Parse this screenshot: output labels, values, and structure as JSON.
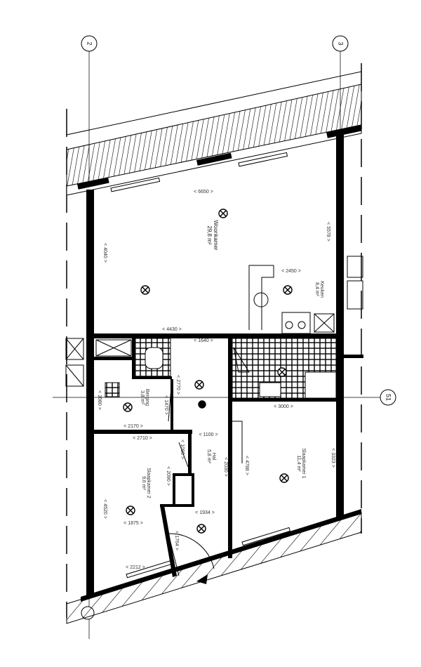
{
  "grid_axes": {
    "axis_2": "2",
    "axis_3": "3",
    "axis_51": "51"
  },
  "rooms": [
    {
      "name": "Woonkamer",
      "area": "29,8 m²"
    },
    {
      "name": "Keuken",
      "area": "8,4 m²"
    },
    {
      "name": "Berging",
      "area": "3,8 m²"
    },
    {
      "name": "Hal",
      "area": "5,8 m²"
    },
    {
      "name": "Slaapkamer 1",
      "area": "11,4 m²"
    },
    {
      "name": "Slaapkamer 2",
      "area": "9,6 m²"
    }
  ],
  "dimensions": {
    "woonkamer_width": "< 6650 >",
    "woonkamer_left": "< 4040 >",
    "woonkamer_right": "< 5578 >",
    "keuken_width": "< 2450 >",
    "woonkamer_bottom": "< 4430 >",
    "hal_top": "< 1640 >",
    "hal_height": "< 2770 >",
    "berging_height": "< 1470 >",
    "berging_width": "< 2170 >",
    "slaapkamer2_top": "< 2710 >",
    "hal_width": "< 1100 >",
    "kast_height": "< 1090 >",
    "slaapkamer2_inner": "< 2090 >",
    "kitchen_bottom": "< 3000 >",
    "slaapkamer1_right": "< 3323 >",
    "slaapkamer1_left": "< 4788 >",
    "hal_right": "< 2030 >",
    "meterkast_width": "< 1934 >",
    "slaapkamer2_width": "< 1875 >",
    "entrance_width": "< 1764 >",
    "slaapkamer2_bottom": "< 2212 >",
    "slaapkamer2_left": "< 4520 >",
    "berging_left": "< 2080 >"
  },
  "colors": {
    "line": "#000000",
    "background": "#ffffff"
  }
}
